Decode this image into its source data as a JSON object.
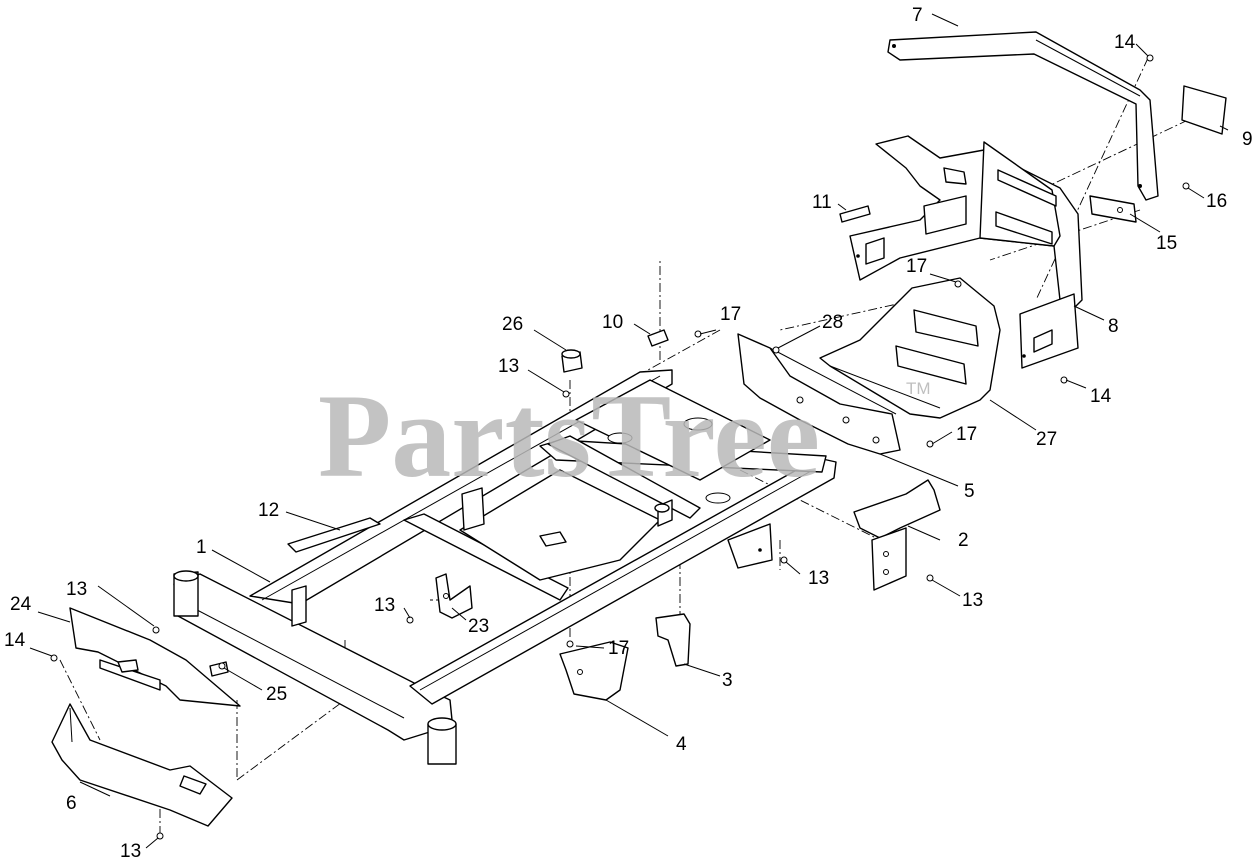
{
  "watermark": {
    "text": "PartsTree",
    "trademark": "TM"
  },
  "callouts": [
    {
      "id": "c1",
      "label": "1"
    },
    {
      "id": "c2",
      "label": "2"
    },
    {
      "id": "c3",
      "label": "3"
    },
    {
      "id": "c4",
      "label": "4"
    },
    {
      "id": "c5",
      "label": "5"
    },
    {
      "id": "c6",
      "label": "6"
    },
    {
      "id": "c7",
      "label": "7"
    },
    {
      "id": "c8",
      "label": "8"
    },
    {
      "id": "c9",
      "label": "9"
    },
    {
      "id": "c10",
      "label": "10"
    },
    {
      "id": "c11",
      "label": "11"
    },
    {
      "id": "c12",
      "label": "12"
    },
    {
      "id": "c13a",
      "label": "13"
    },
    {
      "id": "c13b",
      "label": "13"
    },
    {
      "id": "c13c",
      "label": "13"
    },
    {
      "id": "c13d",
      "label": "13"
    },
    {
      "id": "c13e",
      "label": "13"
    },
    {
      "id": "c13f",
      "label": "13"
    },
    {
      "id": "c14a",
      "label": "14"
    },
    {
      "id": "c14b",
      "label": "14"
    },
    {
      "id": "c14c",
      "label": "14"
    },
    {
      "id": "c15",
      "label": "15"
    },
    {
      "id": "c16",
      "label": "16"
    },
    {
      "id": "c17a",
      "label": "17"
    },
    {
      "id": "c17b",
      "label": "17"
    },
    {
      "id": "c17c",
      "label": "17"
    },
    {
      "id": "c17d",
      "label": "17"
    },
    {
      "id": "c23",
      "label": "23"
    },
    {
      "id": "c24",
      "label": "24"
    },
    {
      "id": "c25",
      "label": "25"
    },
    {
      "id": "c26",
      "label": "26"
    },
    {
      "id": "c27",
      "label": "27"
    },
    {
      "id": "c28",
      "label": "28"
    }
  ]
}
